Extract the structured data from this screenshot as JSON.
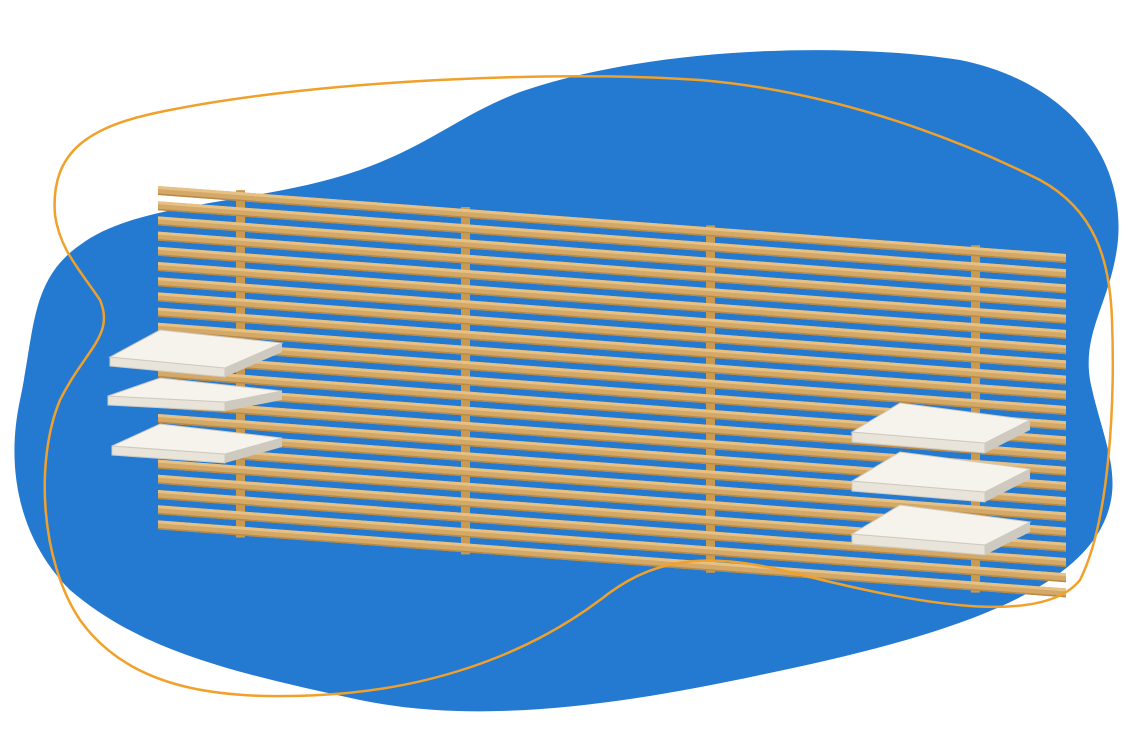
{
  "colors": {
    "page_background": "#ffffff",
    "blob": "#2479d1",
    "outline": "#f0a12b",
    "wood_top": "#e6c186",
    "wood_face": "#d4a866",
    "wood_shadow": "#b98a45",
    "post": "#c99a52",
    "shelf_top": "#f6f3ec",
    "shelf_front": "#e8e4da",
    "shelf_edge": "#cfcac0"
  },
  "illustration": {
    "slat_count": 23,
    "vertical_post_count": 4,
    "left_shelf_count": 3,
    "right_shelf_count": 3
  }
}
